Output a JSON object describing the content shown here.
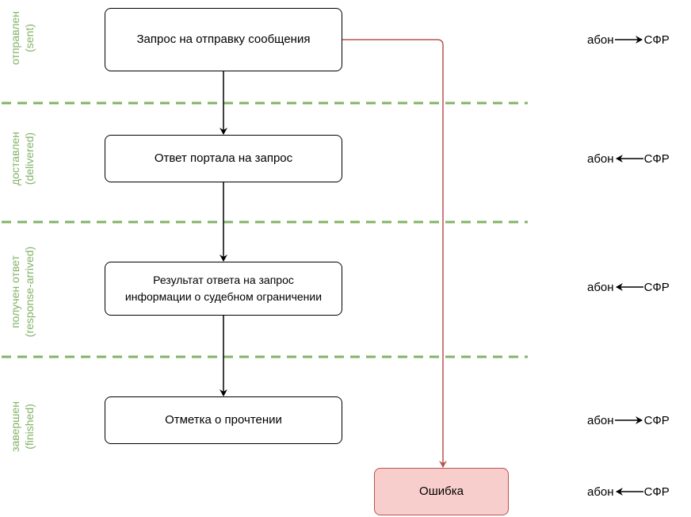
{
  "stages": [
    {
      "label": "отправлен",
      "key": "(sent)"
    },
    {
      "label": "доставлен",
      "key": "(delivered)"
    },
    {
      "label": "получен ответ",
      "key": "(response-arrived)"
    },
    {
      "label": "завершен",
      "key": "(finished)"
    }
  ],
  "steps": [
    {
      "text": "Запрос на отправку сообщения"
    },
    {
      "text": "Ответ портала на запрос"
    },
    {
      "line1": "Результат ответа на запрос",
      "line2": "информации о судебном ограничении"
    },
    {
      "text": "Отметка о прочтении"
    }
  ],
  "error": {
    "text": "Ошибка"
  },
  "directions": [
    {
      "from": "абон",
      "to": "СФР",
      "arrow": "right"
    },
    {
      "from": "абон",
      "to": "СФР",
      "arrow": "left"
    },
    {
      "from": "абон",
      "to": "СФР",
      "arrow": "left"
    },
    {
      "from": "абон",
      "to": "СФР",
      "arrow": "right"
    },
    {
      "from": "абон",
      "to": "СФР",
      "arrow": "left"
    }
  ],
  "colors": {
    "stage_text": "#82b366",
    "divider": "#82b366",
    "error_fill": "#f8cecc",
    "error_stroke": "#b85450"
  }
}
